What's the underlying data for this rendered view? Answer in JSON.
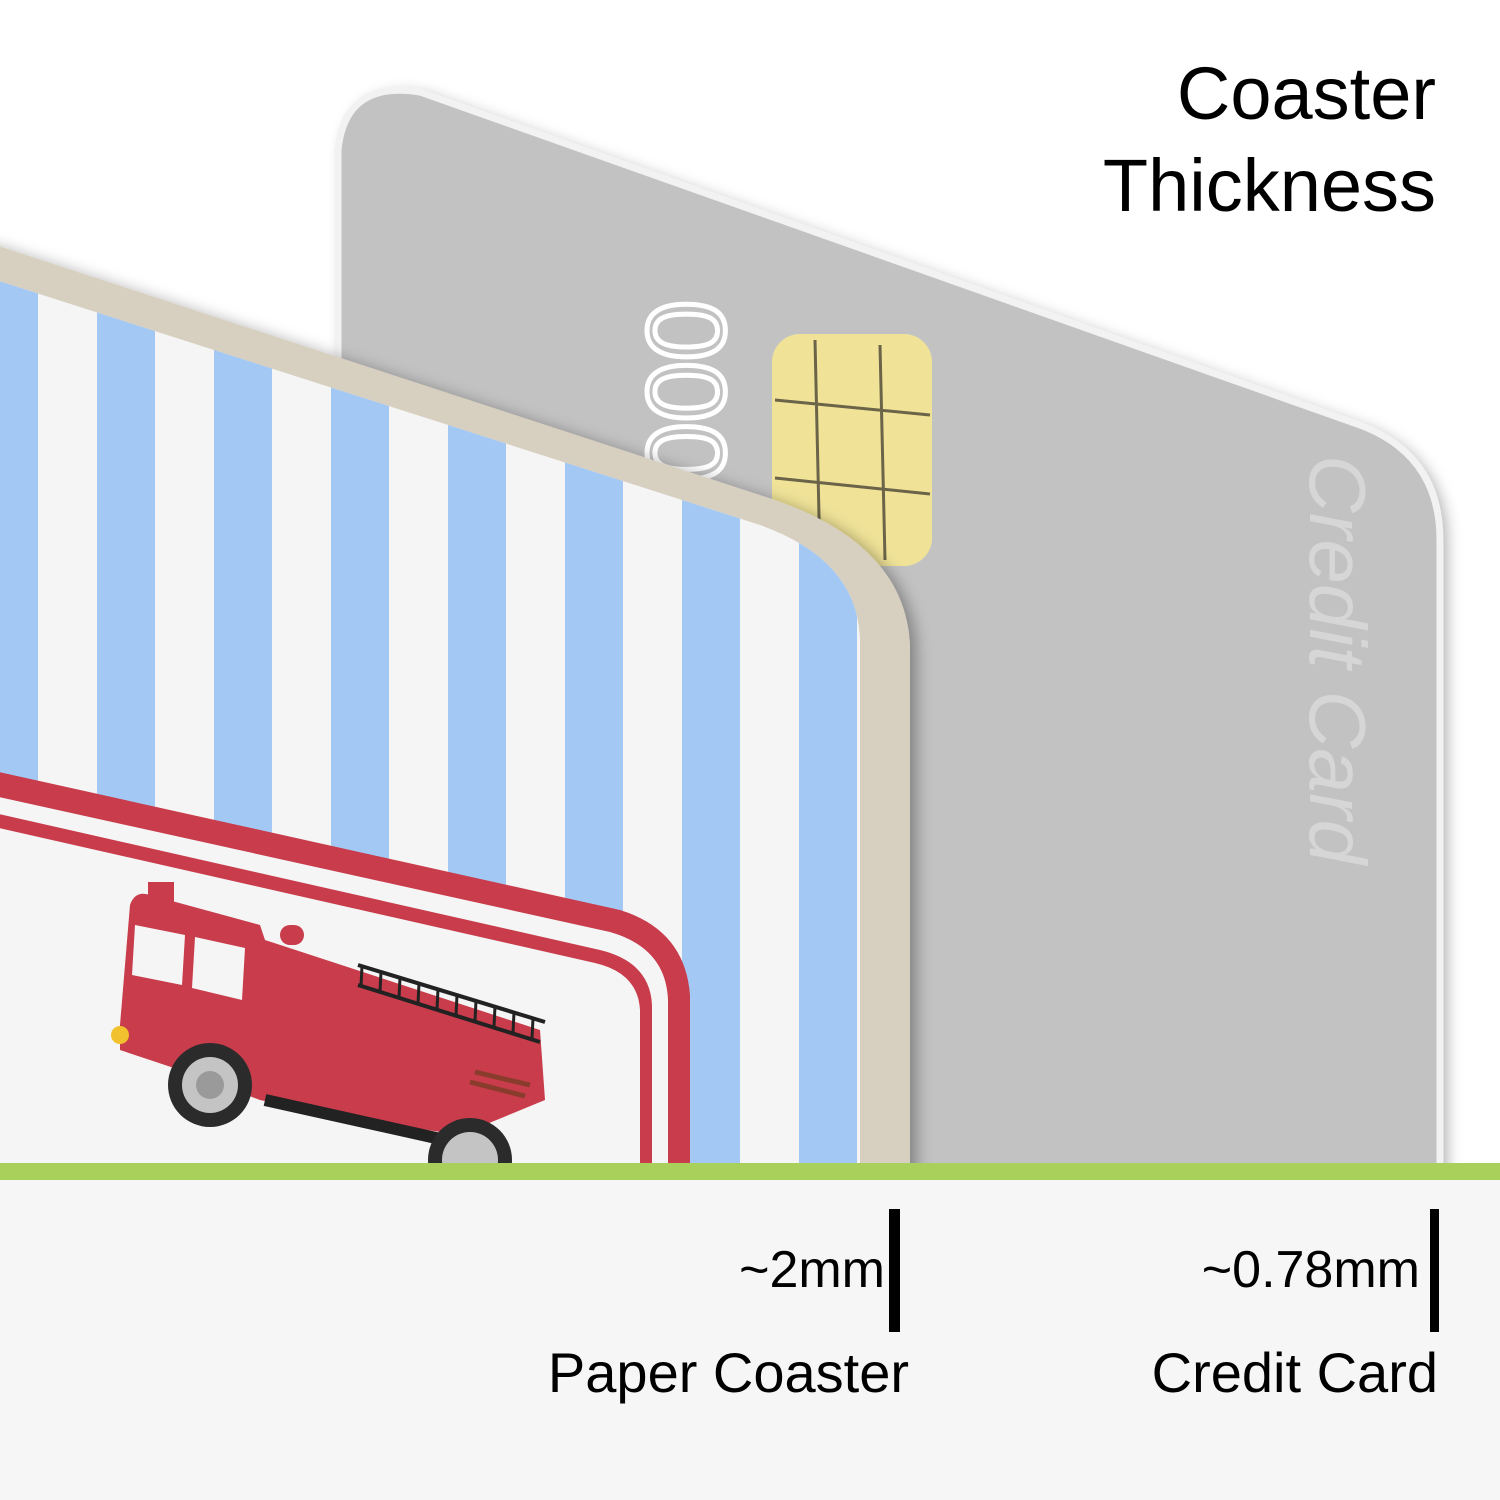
{
  "title": {
    "line1": "Coaster",
    "line2": "Thickness"
  },
  "credit_card": {
    "number_text": "0000",
    "label": "Credit Card"
  },
  "paper_coaster": {
    "thickness": "~2mm",
    "label": "Paper Coaster"
  },
  "credit_card_measure": {
    "thickness": "~0.78mm",
    "label": "Credit Card"
  },
  "colors": {
    "card_gray": "#c2c2c2",
    "chip_yellow": "#f0e398",
    "stripe_blue": "#a3c8f4",
    "coaster_edge": "#d7cfc0",
    "truck_red": "#c93c4b",
    "ground_green": "#a8d05a",
    "panel_bg": "#f6f6f6"
  },
  "icons": [
    "credit-card-chip-icon",
    "fire-truck-icon"
  ]
}
